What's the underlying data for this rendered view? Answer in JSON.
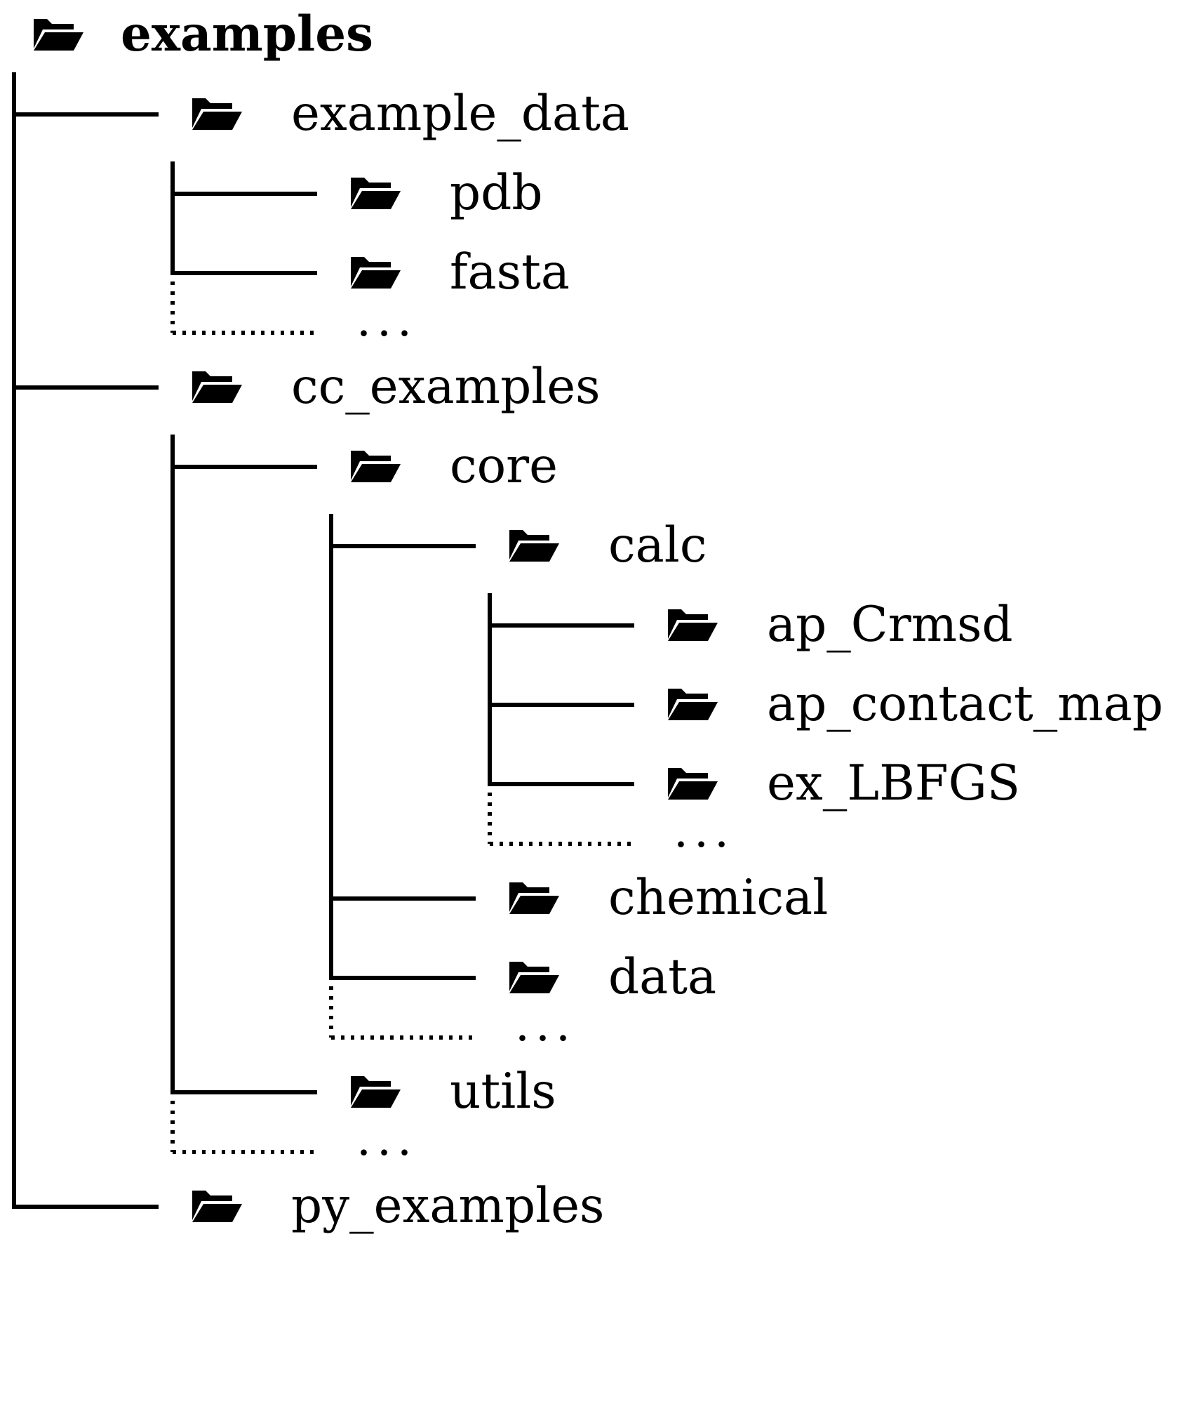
{
  "tree": {
    "root": {
      "label": "examples",
      "icon": "folder-open-icon"
    },
    "ellipsis": "...",
    "children": [
      {
        "label": "example_data",
        "icon": "folder-open-icon",
        "children": [
          {
            "label": "pdb",
            "icon": "folder-open-icon"
          },
          {
            "label": "fasta",
            "icon": "folder-open-icon"
          }
        ],
        "more": true
      },
      {
        "label": "cc_examples",
        "icon": "folder-open-icon",
        "children": [
          {
            "label": "core",
            "icon": "folder-open-icon",
            "children": [
              {
                "label": "calc",
                "icon": "folder-open-icon",
                "children": [
                  {
                    "label": "ap_Crmsd",
                    "icon": "folder-open-icon"
                  },
                  {
                    "label": "ap_contact_map",
                    "icon": "folder-open-icon"
                  },
                  {
                    "label": "ex_LBFGS",
                    "icon": "folder-open-icon"
                  }
                ],
                "more": true
              },
              {
                "label": "chemical",
                "icon": "folder-open-icon"
              },
              {
                "label": "data",
                "icon": "folder-open-icon"
              }
            ],
            "more": true
          },
          {
            "label": "utils",
            "icon": "folder-open-icon"
          }
        ],
        "more": true
      },
      {
        "label": "py_examples",
        "icon": "folder-open-icon"
      }
    ]
  }
}
